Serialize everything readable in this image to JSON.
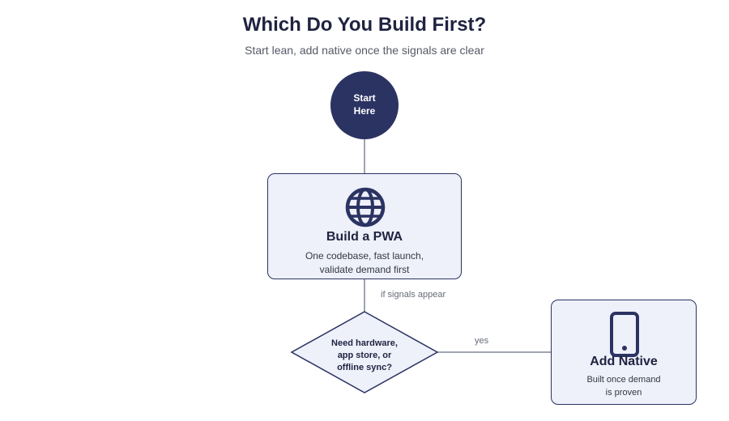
{
  "header": {
    "title": "Which Do You Build First?",
    "subtitle": "Start lean, add native once the signals are clear"
  },
  "start_node": {
    "line1": "Start",
    "line2": "Here"
  },
  "pwa_node": {
    "icon": "globe-icon",
    "title": "Build a PWA",
    "desc_line1": "One codebase, fast launch,",
    "desc_line2": "validate demand first"
  },
  "edges": {
    "signals_label": "if signals appear",
    "yes_label": "yes"
  },
  "decision_node": {
    "line1": "Need hardware,",
    "line2": "app store, or",
    "line3": "offline sync?"
  },
  "native_node": {
    "icon": "phone-icon",
    "title": "Add Native",
    "desc_line1": "Built once demand",
    "desc_line2": "is proven"
  },
  "colors": {
    "primary": "#2b3362",
    "node_fill": "#eef0fa",
    "connector": "#7f8596"
  }
}
